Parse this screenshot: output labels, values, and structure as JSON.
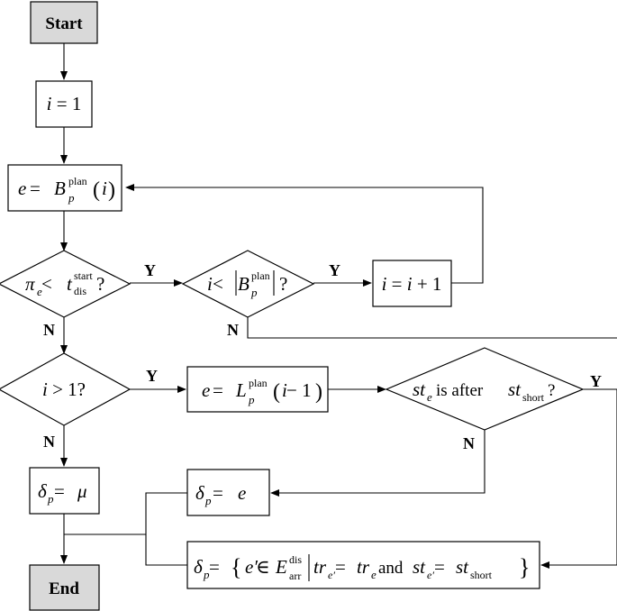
{
  "nodes": {
    "start": "Start",
    "init": {
      "var": "i",
      "op": " = ",
      "val": "1"
    },
    "assign_e": {
      "lhs": "e",
      "op": " = ",
      "B": "B",
      "sub": "p",
      "sup": "plan",
      "arg": "i"
    },
    "cond_pi": {
      "pi": "π",
      "sub": "e",
      "op": " < ",
      "t": "t",
      "tsub": "dis",
      "tsup": "start",
      "q": " ?"
    },
    "cond_i_lt": {
      "i": "i",
      "op": " < ",
      "B": "B",
      "sub": "p",
      "sup": "plan",
      "q": "?"
    },
    "increment": {
      "lhs": "i",
      "op": " = ",
      "rhs": "i",
      "plus": " + 1"
    },
    "cond_i_gt": {
      "i": "i",
      "op": " > 1?"
    },
    "assign_L": {
      "lhs": "e",
      "op": " = ",
      "L": "L",
      "sub": "p",
      "sup": "plan",
      "arg_i": "i",
      "arg_rest": " − 1"
    },
    "cond_st": {
      "st": "st",
      "sub": "e",
      "mid": " is after ",
      "st2": "st",
      "sub2": "short",
      "q": "?"
    },
    "delta_mu": {
      "d": "δ",
      "sub": "p",
      "op": " = ",
      "mu": "μ"
    },
    "delta_e": {
      "d": "δ",
      "sub": "p",
      "op": " = ",
      "e": "e"
    },
    "delta_set": {
      "d": "δ",
      "sub": "p",
      "op": " = ",
      "e1": "e′",
      "in": " ∈ ",
      "E": "E",
      "Esub": "arr",
      "Esup": "dis",
      "tr": "tr",
      "trsub": "e′",
      "eq": " = ",
      "tr2": "tr",
      "trsub2": "e",
      "and": " and ",
      "st": "st",
      "stsub": "e′",
      "eq2": " = ",
      "st2": "st",
      "stsub2": "short"
    },
    "end": "End"
  },
  "labels": {
    "yes1": "Y",
    "yes2": "Y",
    "yes3": "Y",
    "yes4": "Y",
    "no1": "N",
    "no2": "N",
    "no3": "N",
    "no4": "N"
  }
}
